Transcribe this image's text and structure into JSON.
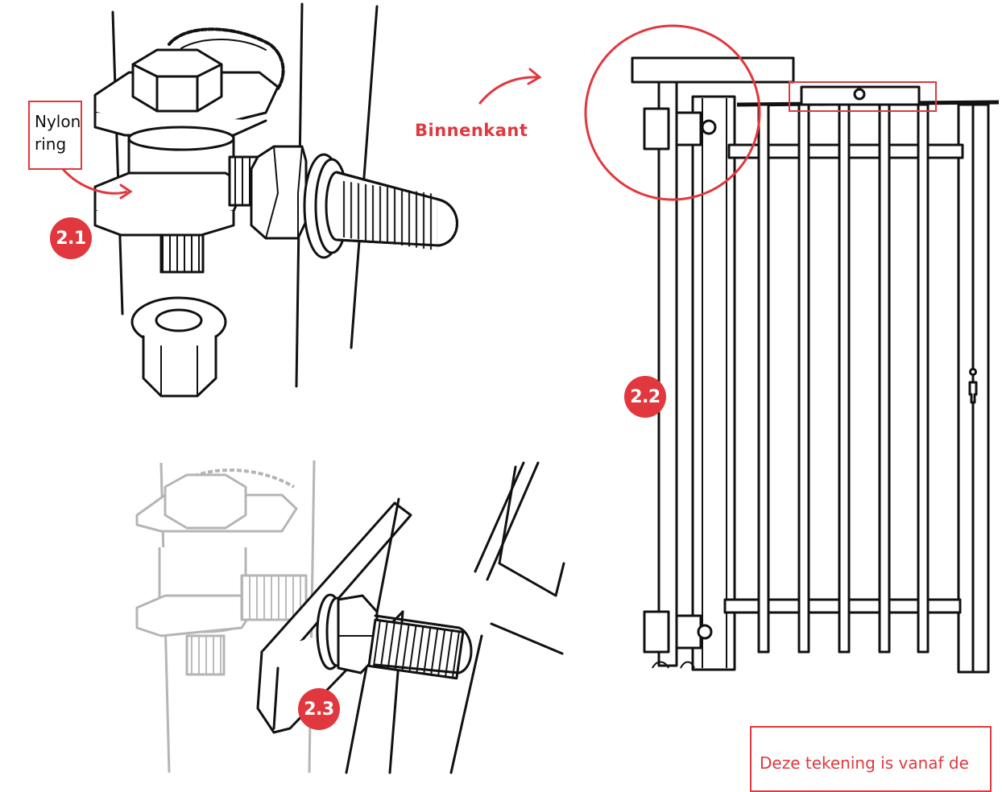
{
  "labels": {
    "nylon_ring": "Nylon ring",
    "inside": "Binnenkant",
    "note": "Deze tekening is vanaf de"
  },
  "badges": {
    "step_2_1": "2.1",
    "step_2_2": "2.2",
    "step_2_3": "2.3"
  },
  "colors": {
    "accent": "#e0383e",
    "ink": "#111111",
    "faded": "#b5b5b5"
  }
}
